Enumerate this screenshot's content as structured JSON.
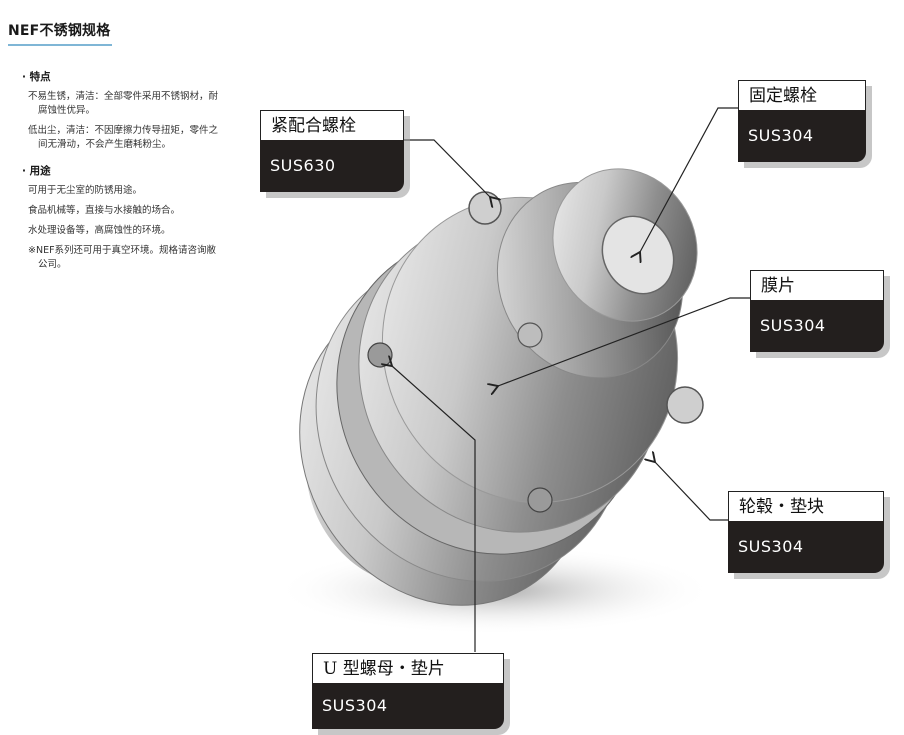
{
  "page_title": "NEF不锈钢规格",
  "features": {
    "heading": "· 特点",
    "items": [
      "不易生锈，清洁：全部零件采用不锈钢材，耐腐蚀性优异。",
      "低出尘，清洁：不因摩擦力传导扭矩，零件之间无滑动，不会产生磨耗粉尘。"
    ]
  },
  "uses": {
    "heading": "· 用途",
    "items": [
      "可用于无尘室的防锈用途。",
      "食品机械等，直接与水接触的场合。",
      "水处理设备等，高腐蚀性的环境。",
      "※NEF系列还可用于真空环境。规格请咨询敝公司。"
    ]
  },
  "callouts": {
    "fixing_bolt": {
      "name": "固定螺栓",
      "material": "SUS304"
    },
    "fitting_bolt": {
      "name": "紧配合螺栓",
      "material": "SUS630"
    },
    "disc": {
      "name": "膜片",
      "material": "SUS304"
    },
    "hub_spacer": {
      "name": "轮毂・垫块",
      "material": "SUS304"
    },
    "u_nut_washer": {
      "name": "U 型螺母・垫片",
      "material": "SUS304"
    }
  },
  "colors": {
    "title_rule": "#7fb6d6",
    "material_bg": "#231f1e"
  }
}
